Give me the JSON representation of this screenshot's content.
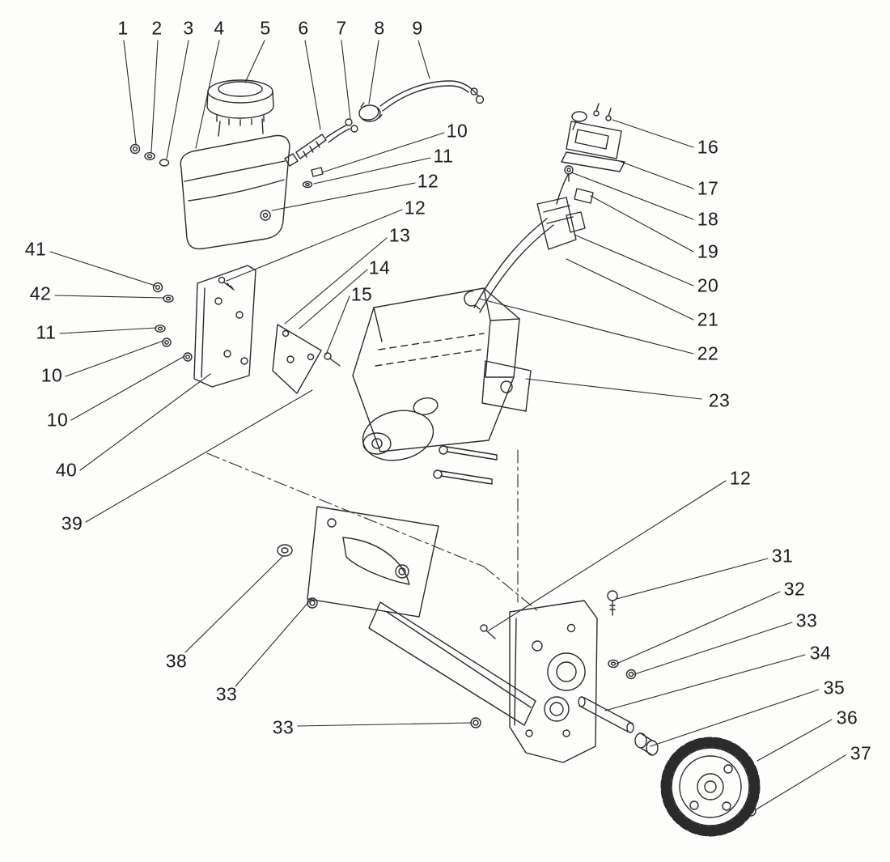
{
  "diagram": {
    "type": "exploded-parts-diagram",
    "subject": "engine, fuel tank, frame and wheel assembly",
    "line_color": "#2b2b2b",
    "background": "#fdfdfc",
    "label_color": "#1b1b1b"
  },
  "callouts": [
    "1",
    "2",
    "3",
    "4",
    "5",
    "6",
    "7",
    "8",
    "9",
    "10",
    "11",
    "12",
    "12",
    "13",
    "14",
    "15",
    "16",
    "17",
    "18",
    "19",
    "20",
    "21",
    "22",
    "23",
    "41",
    "42",
    "11",
    "10",
    "10",
    "40",
    "39",
    "12",
    "31",
    "32",
    "33",
    "34",
    "35",
    "36",
    "37",
    "38",
    "33",
    "33"
  ]
}
